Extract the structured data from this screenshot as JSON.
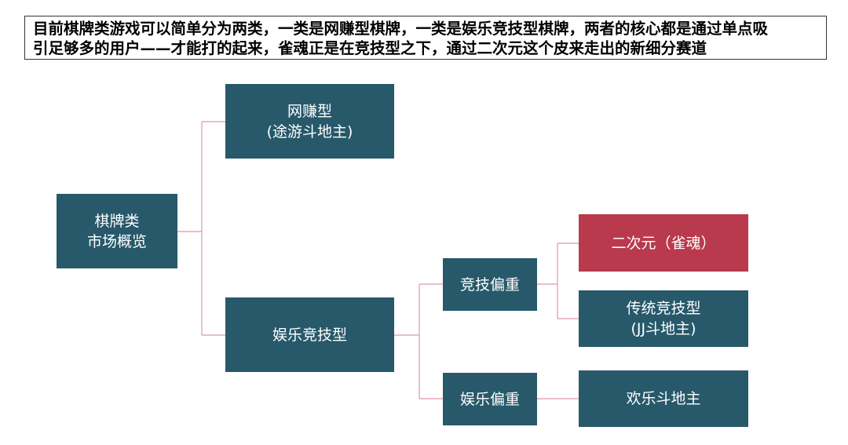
{
  "headline": "目前棋牌类游戏可以简单分为两类，一类是网赚型棋牌，一类是娱乐竞技型棋牌，两者的核心都是通过单点吸\n引足够多的用户——才能打的起来，雀魂正是在竞技型之下，通过二次元这个皮来走出的新细分赛道",
  "colors": {
    "node": "#27596a",
    "highlight": "#b93a4c",
    "connector": "#e3a8b0"
  },
  "nodes": {
    "root": "棋牌类\n市场概览",
    "net_earning": "网赚型\n(途游斗地主)",
    "entertainment_competitive": "娱乐竞技型",
    "competitive_leaning": "竞技偏重",
    "entertainment_leaning": "娱乐偏重",
    "anime": "二次元（雀魂）",
    "traditional_competitive": "传统竞技型\n(JJ斗地主)",
    "happy_landlord": "欢乐斗地主"
  }
}
